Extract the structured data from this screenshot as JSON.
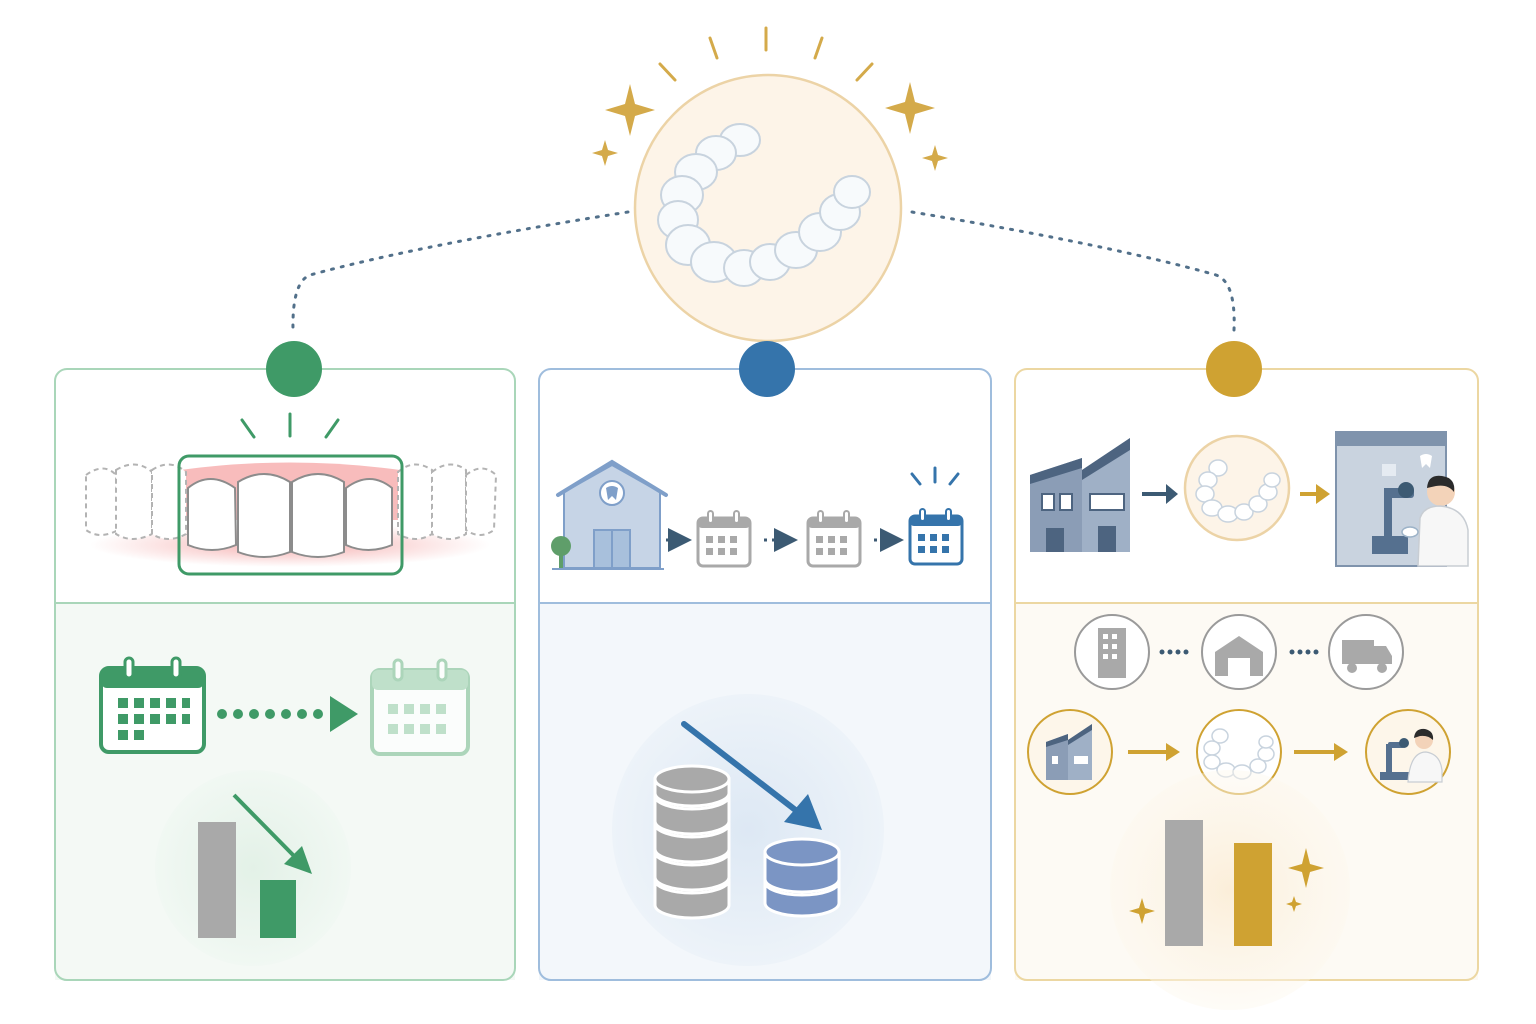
{
  "colors": {
    "green": "#3f9a67",
    "green_light": "#a9d6b9",
    "blue": "#3574ab",
    "blue_light": "#7f9fc9",
    "gold": "#cfa232",
    "gold_light": "#ecd7a2",
    "gray": "#a9a9a9",
    "navy": "#3c5a73",
    "gum": "#f08b8b",
    "hero_fill": "#fdf4e8"
  },
  "icons": {
    "hero": "clear-aligner-icon",
    "left_top": "tooth-row-highlight-icon",
    "left_mid": "calendar-shift-icon",
    "left_bottom": "bar-decrease-icon",
    "center_top": "clinic-visit-sequence-icon",
    "center_bottom": "coin-stack-decrease-icon",
    "right_top": "factory-to-technician-icon",
    "right_mid": "supply-chain-icon",
    "right_bottom": "bar-gold-sparkle-icon"
  },
  "panels": [
    {
      "id": "left",
      "accent": "green"
    },
    {
      "id": "center",
      "accent": "blue"
    },
    {
      "id": "right",
      "accent": "gold"
    }
  ],
  "left_bars": {
    "before": 1.0,
    "after": 0.5
  },
  "right_bars": {
    "before": 1.0,
    "after": 0.82
  }
}
